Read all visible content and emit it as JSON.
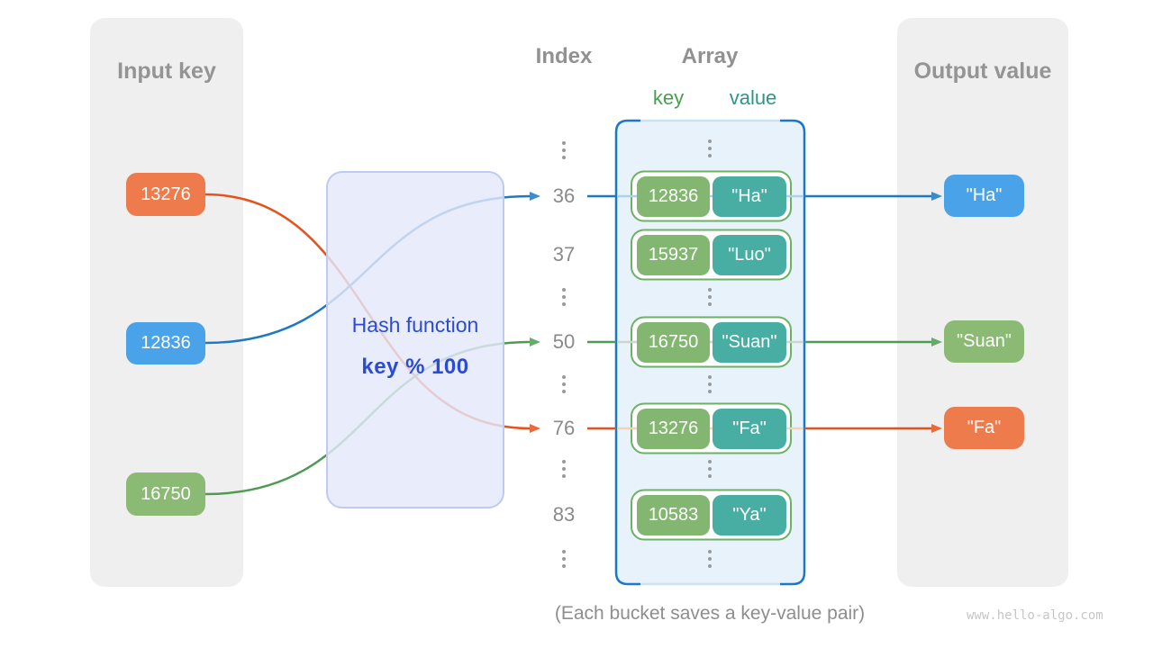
{
  "panels": {
    "input": {
      "title": "Input key"
    },
    "output": {
      "title": "Output value"
    }
  },
  "hash": {
    "line1": "Hash function",
    "line2": "key % 100"
  },
  "columns": {
    "index": "Index",
    "array": "Array",
    "key": "key",
    "value": "value"
  },
  "input_keys": [
    {
      "label": "13276",
      "color": "#ED7B4C"
    },
    {
      "label": "12836",
      "color": "#4AA3E8"
    },
    {
      "label": "16750",
      "color": "#8BBA74"
    }
  ],
  "buckets": [
    {
      "index": "36",
      "key": "12836",
      "value": "\"Ha\""
    },
    {
      "index": "37",
      "key": "15937",
      "value": "\"Luo\""
    },
    {
      "index": "50",
      "key": "16750",
      "value": "\"Suan\""
    },
    {
      "index": "76",
      "key": "13276",
      "value": "\"Fa\""
    },
    {
      "index": "83",
      "key": "10583",
      "value": "\"Ya\""
    }
  ],
  "outputs": [
    {
      "label": "\"Ha\"",
      "color": "#4AA3E8"
    },
    {
      "label": "\"Suan\"",
      "color": "#8BBA74"
    },
    {
      "label": "\"Fa\"",
      "color": "#ED7B4C"
    }
  ],
  "arrows": [
    {
      "from_key": "12836",
      "to_index": "36",
      "output": "\"Ha\"",
      "color": "#1F78C1"
    },
    {
      "from_key": "16750",
      "to_index": "50",
      "output": "\"Suan\"",
      "color": "#4F9B53"
    },
    {
      "from_key": "13276",
      "to_index": "76",
      "output": "\"Fa\"",
      "color": "#E4531B"
    }
  ],
  "caption": "(Each bucket saves a key-value pair)",
  "watermark": "www.hello-algo.com",
  "colors": {
    "panel_bg": "#EFEFEF",
    "hash_box_bg": "#E7EBFA",
    "hash_text": "#2B4BD5",
    "array_bg": "#E8F2FB",
    "array_border_dark": "#1878CC",
    "array_border_light": "#C9E2F5",
    "bucket_border": "#6CB164",
    "key_box": "#83B671",
    "value_box": "#48AEA4",
    "label_key": "#479F52",
    "label_value": "#2E9589",
    "arrow_blue": "#1F78C1",
    "arrow_green": "#4F9B53",
    "arrow_orange": "#E4531B"
  }
}
